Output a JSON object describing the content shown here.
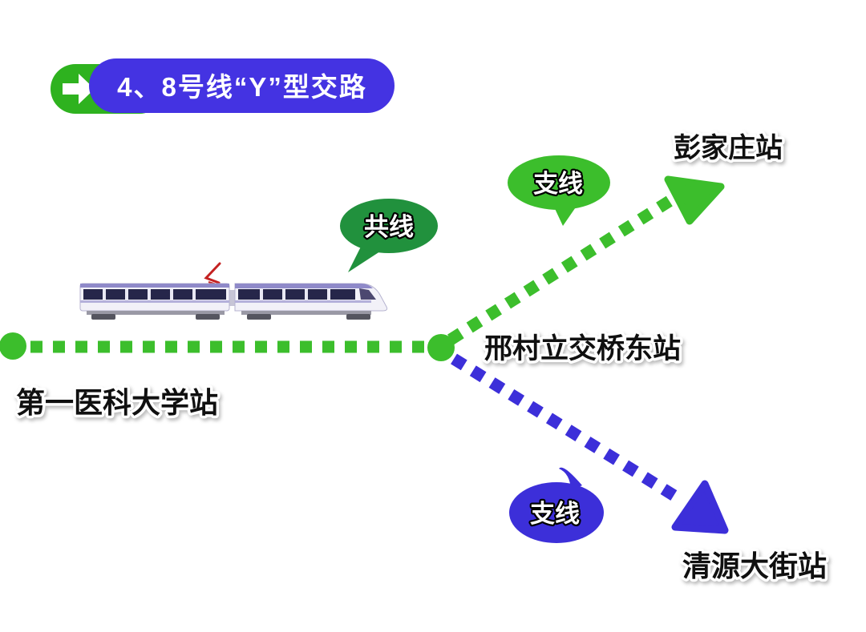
{
  "header": {
    "title": "4、8号线“Y”型交路",
    "arrow_icon": "right-arrow"
  },
  "colors": {
    "line_green": "#3CBE2C",
    "shared_bubble_green": "#21913D",
    "line_blue": "#3C2FD9",
    "title_pill_blue": "#4433E2",
    "title_pill_green": "#2EB21F",
    "station_text": "#101010"
  },
  "bubbles": {
    "shared_line": "共线",
    "branch_top": "支线",
    "branch_bottom": "支线"
  },
  "stations": {
    "left_terminal": "第一医科大学站",
    "junction": "邢村立交桥东站",
    "top_branch_terminal": "彭家庄站",
    "bottom_branch_terminal": "清源大街站"
  }
}
